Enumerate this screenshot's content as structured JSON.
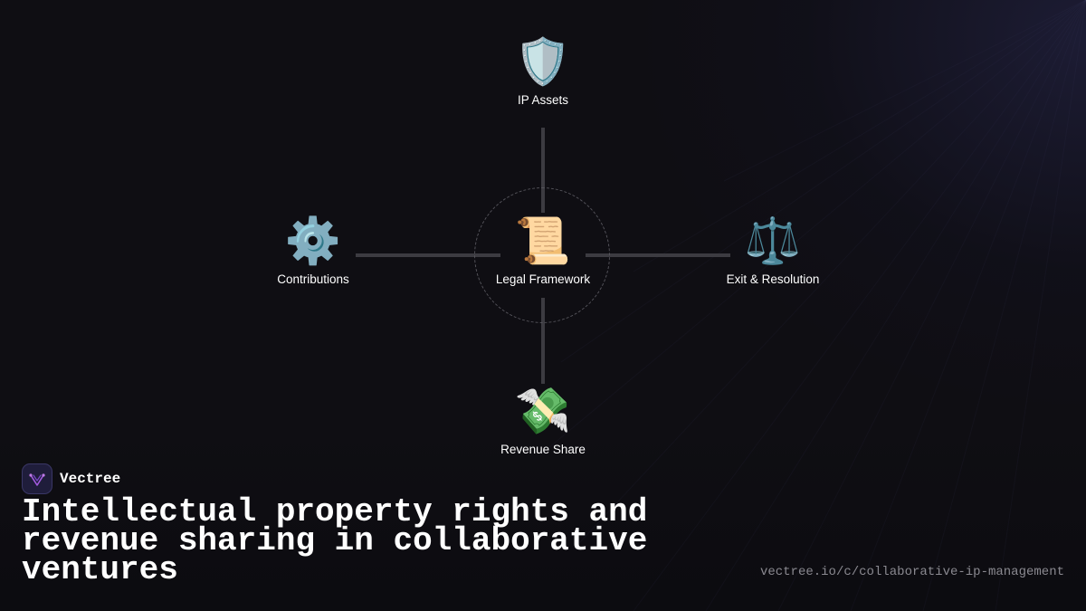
{
  "diagram": {
    "center": {
      "label": "Legal Framework",
      "icon": "📜",
      "icon_name": "scroll-icon"
    },
    "top": {
      "label": "IP Assets",
      "icon": "🛡️",
      "icon_name": "shield-icon"
    },
    "left": {
      "label": "Contributions",
      "icon": "⚙️",
      "icon_name": "gear-icon"
    },
    "right": {
      "label": "Exit & Resolution",
      "icon": "⚖️",
      "icon_name": "balance-scale-icon"
    },
    "bottom": {
      "label": "Revenue Share",
      "icon": "💸",
      "icon_name": "money-with-wings-icon"
    }
  },
  "brand": {
    "name": "Vectree",
    "logo_icon": "vectree-logo-icon"
  },
  "headline": "Intellectual property rights and revenue sharing in collaborative ventures",
  "url": "vectree.io/c/collaborative-ip-management",
  "colors": {
    "background": "#0f0e13",
    "connector": "#3c3b41",
    "text": "#ffffff",
    "url_text": "#8a8990",
    "logo_bg": "#1f1d3b",
    "logo_accent": "#a35be0"
  }
}
